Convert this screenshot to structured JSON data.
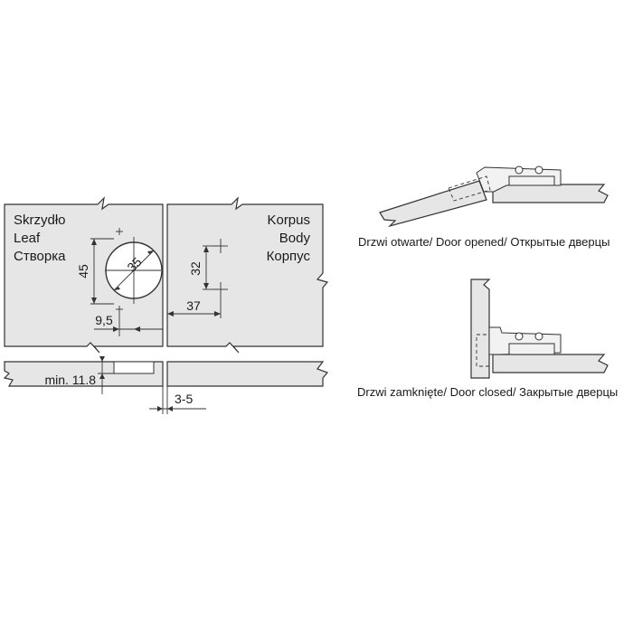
{
  "leaf_labels": {
    "pl": "Skrzydło",
    "en": "Leaf",
    "ru": "Створка"
  },
  "body_labels": {
    "pl": "Korpus",
    "en": "Body",
    "ru": "Корпус"
  },
  "dimensions": {
    "cup_diameter": "35",
    "cup_vertical": "45",
    "cup_edge_offset": "9,5",
    "body_vertical": "32",
    "body_edge_offset": "37",
    "min_thickness": "min. 11.8",
    "gap": "3-5"
  },
  "captions": {
    "door_opened": "Drzwi otwarte/ Door opened/ Открытые дверцы",
    "door_closed": "Drzwi zamknięte/ Door closed/ Закрытые  дверцы"
  }
}
